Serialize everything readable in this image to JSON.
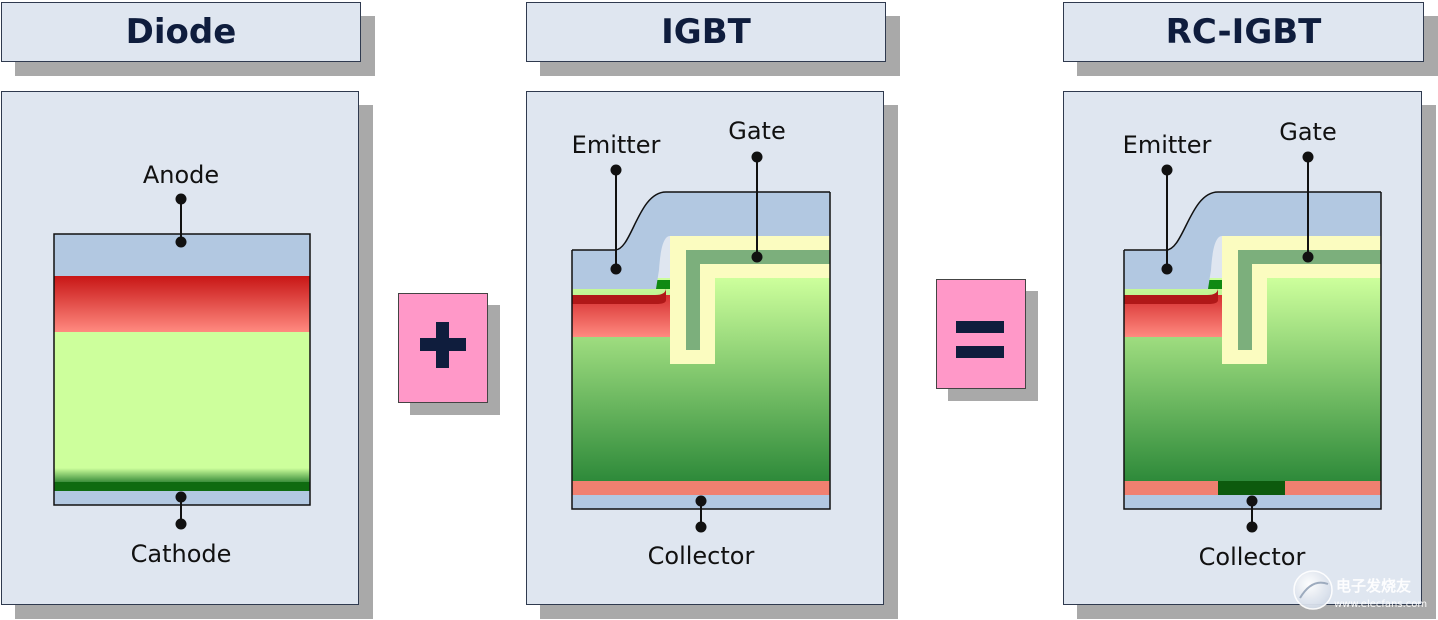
{
  "titles": {
    "diode": "Diode",
    "igbt": "IGBT",
    "rc_igbt": "RC-IGBT"
  },
  "diode": {
    "anode": "Anode",
    "cathode": "Cathode"
  },
  "igbt": {
    "emitter": "Emitter",
    "gate": "Gate",
    "collector": "Collector"
  },
  "rc_igbt": {
    "emitter": "Emitter",
    "gate": "Gate",
    "collector": "Collector"
  },
  "watermark": {
    "name": "电子发烧友",
    "url": "www.elecfans.com"
  },
  "colors": {
    "panel_bg": "#dfe6f0",
    "title_text": "#0f1d3d",
    "operator_bg": "#ff98c8",
    "metal_blue": "#b2c8e1",
    "drift_green": "#cdff9c",
    "p_red": "#d42a2a",
    "n_green": "#0f6b10",
    "oxide_yellow": "#fbfcc0",
    "gate_green": "#7caf7c",
    "collector_salmon": "#f08070"
  }
}
